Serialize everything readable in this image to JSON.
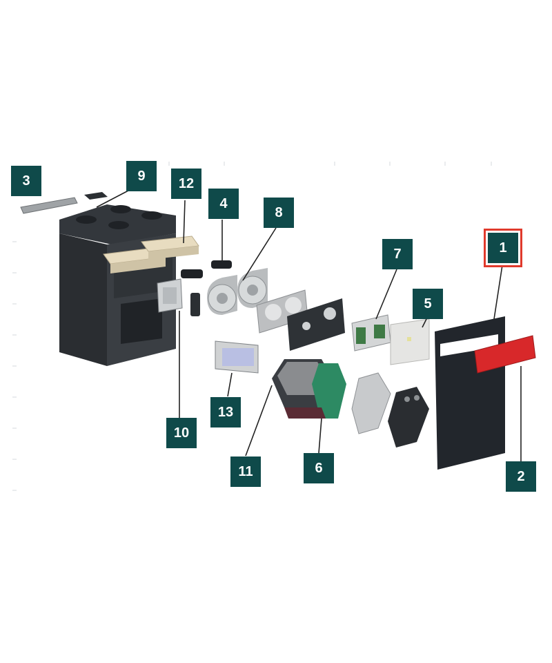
{
  "colors": {
    "badge": "#0f4a4a",
    "highlight": "#e03a2c",
    "housing": "#2a2d31",
    "filter": "#e8dcc0",
    "fan": "#cfd2d4",
    "exchanger": "#2d8a63",
    "door": "#22262c",
    "grille": "#d8282a"
  },
  "selected_part": "1",
  "callouts": [
    {
      "id": "c1",
      "label": "1"
    },
    {
      "id": "c2",
      "label": "2"
    },
    {
      "id": "c3",
      "label": "3"
    },
    {
      "id": "c4",
      "label": "4"
    },
    {
      "id": "c5",
      "label": "5"
    },
    {
      "id": "c6",
      "label": "6"
    },
    {
      "id": "c7",
      "label": "7"
    },
    {
      "id": "c8",
      "label": "8"
    },
    {
      "id": "c9",
      "label": "9"
    },
    {
      "id": "c10",
      "label": "10"
    },
    {
      "id": "c11",
      "label": "11"
    },
    {
      "id": "c12",
      "label": "12"
    },
    {
      "id": "c13",
      "label": "13"
    }
  ]
}
